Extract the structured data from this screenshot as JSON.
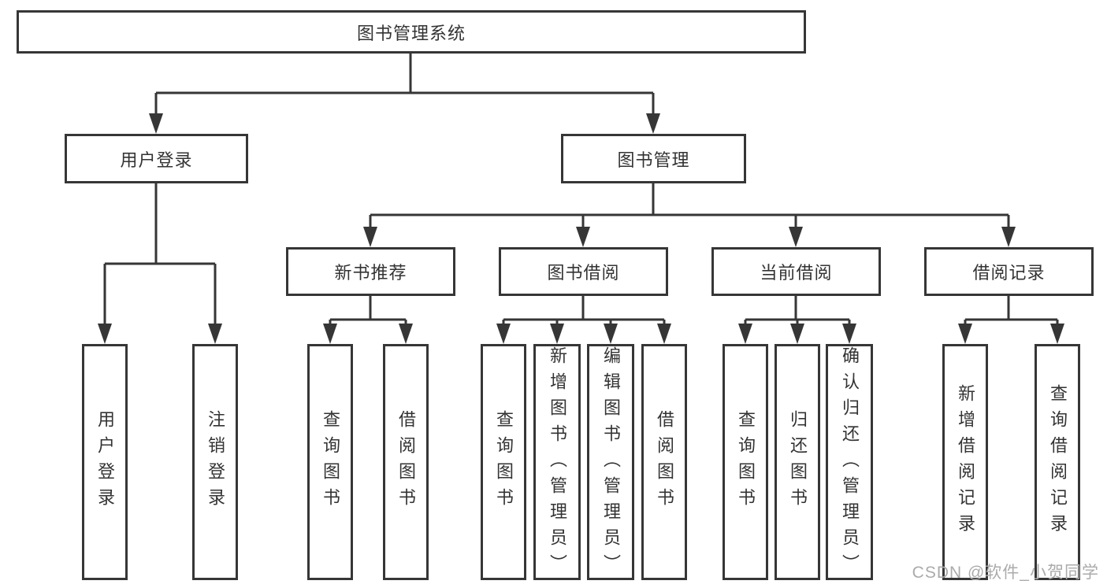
{
  "tree": {
    "label": "图书管理系统",
    "children": [
      {
        "label": "用户登录",
        "children": [
          {
            "label": "用户登录"
          },
          {
            "label": "注销登录"
          }
        ]
      },
      {
        "label": "图书管理",
        "children": [
          {
            "label": "新书推荐",
            "children": [
              {
                "label": "查询图书"
              },
              {
                "label": "借阅图书"
              }
            ]
          },
          {
            "label": "图书借阅",
            "children": [
              {
                "label": "查询图书"
              },
              {
                "label": "新增图书（管理员）"
              },
              {
                "label": "编辑图书（管理员）"
              },
              {
                "label": "借阅图书"
              }
            ]
          },
          {
            "label": "当前借阅",
            "children": [
              {
                "label": "查询图书"
              },
              {
                "label": "归还图书"
              },
              {
                "label": "确认归还（管理员）"
              }
            ]
          },
          {
            "label": "借阅记录",
            "children": [
              {
                "label": "新增借阅记录"
              },
              {
                "label": "查询借阅记录"
              }
            ]
          }
        ]
      }
    ]
  },
  "watermark": {
    "text": "CSDN @软件_小贺同学"
  },
  "colors": {
    "line": "#363636",
    "box_border": "#363636",
    "text": "#333333",
    "watermark": "#ababab",
    "background": "#ffffff"
  }
}
